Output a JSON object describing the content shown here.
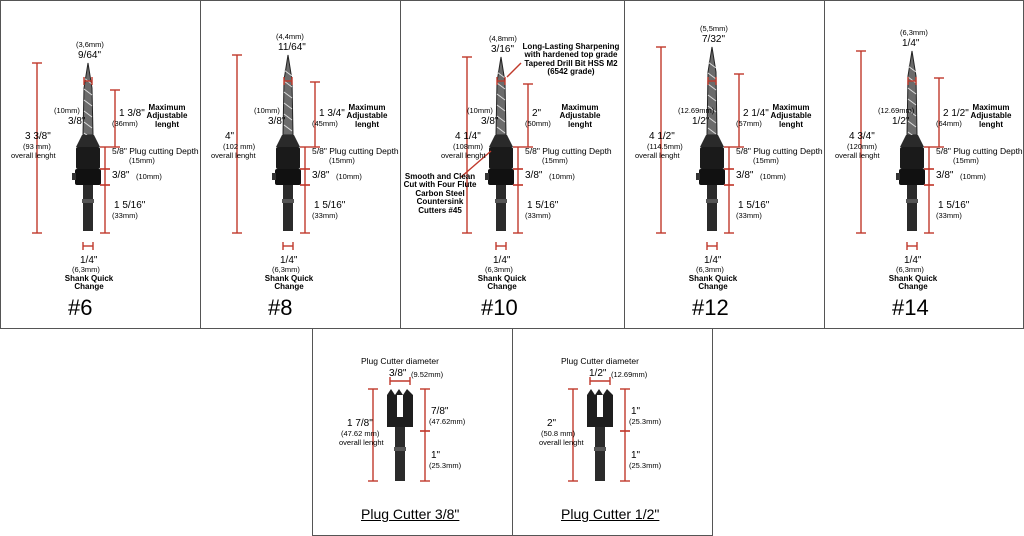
{
  "sizes": [
    {
      "label": "#6",
      "tip_frac": "9/64\"",
      "tip_mm": "(3,6mm)",
      "body_frac": "3/8\"",
      "body_mm": "(10mm)",
      "overall_frac": "3 3/8\"",
      "overall_mm": "(93 mm)",
      "overall_text": "overall lenght",
      "adj_frac": "1 3/8\"",
      "adj_mm": "(36mm)",
      "adj_title": "Maximum Adjustable lenght",
      "plug_depth": "5/8\" Plug cutting Depth",
      "plug_depth_mm": "(15mm)",
      "collar": "3/8\"",
      "collar_mm": "(10mm)",
      "shank_len": "1 5/16\"",
      "shank_len_mm": "(33mm)",
      "shank_frac": "1/4\"",
      "shank_mm": "(6,3mm)",
      "shank_text": "Shank Quick Change"
    },
    {
      "label": "#8",
      "tip_frac": "11/64\"",
      "tip_mm": "(4,4mm)",
      "body_frac": "3/8\"",
      "body_mm": "(10mm)",
      "overall_frac": "4\"",
      "overall_mm": "(102 mm)",
      "overall_text": "overall lenght",
      "adj_frac": "1 3/4\"",
      "adj_mm": "(45mm)",
      "adj_title": "Maximum Adjustable lenght",
      "plug_depth": "5/8\" Plug cutting Depth",
      "plug_depth_mm": "(15mm)",
      "collar": "3/8\"",
      "collar_mm": "(10mm)",
      "shank_len": "1 5/16\"",
      "shank_len_mm": "(33mm)",
      "shank_frac": "1/4\"",
      "shank_mm": "(6,3mm)",
      "shank_text": "Shank Quick Change"
    },
    {
      "label": "#10",
      "tip_frac": "3/16\"",
      "tip_mm": "(4,8mm)",
      "body_frac": "3/8\"",
      "body_mm": "(10mm)",
      "overall_frac": "4 1/4\"",
      "overall_mm": "(108mm)",
      "overall_text": "overall lenght",
      "adj_frac": "2\"",
      "adj_mm": "(50mm)",
      "adj_title": "Maximum Adjustable lenght",
      "plug_depth": "5/8\" Plug cutting Depth",
      "plug_depth_mm": "(15mm)",
      "collar": "3/8\"",
      "collar_mm": "(10mm)",
      "shank_len": "1 5/16\"",
      "shank_len_mm": "(33mm)",
      "shank_frac": "1/4\"",
      "shank_mm": "(6,3mm)",
      "shank_text": "Shank Quick Change",
      "note_sharp": "Long-Lasting Sharpening with hardened top grade Tapered Drill Bit HSS M2 (6542 grade)",
      "note_cut": "Smooth and Clean Cut with Four Flute Carbon Steel Countersink Cutters #45"
    },
    {
      "label": "#12",
      "tip_frac": "7/32\"",
      "tip_mm": "(5,5mm)",
      "body_frac": "1/2\"",
      "body_mm": "(12.69mm)",
      "overall_frac": "4 1/2\"",
      "overall_mm": "(114.5mm)",
      "overall_text": "overall lenght",
      "adj_frac": "2 1/4\"",
      "adj_mm": "(57mm)",
      "adj_title": "Maximum Adjustable lenght",
      "plug_depth": "5/8\" Plug cutting Depth",
      "plug_depth_mm": "(15mm)",
      "collar": "3/8\"",
      "collar_mm": "(10mm)",
      "shank_len": "1 5/16\"",
      "shank_len_mm": "(33mm)",
      "shank_frac": "1/4\"",
      "shank_mm": "(6,3mm)",
      "shank_text": "Shank Quick Change"
    },
    {
      "label": "#14",
      "tip_frac": "1/4\"",
      "tip_mm": "(6,3mm)",
      "body_frac": "1/2\"",
      "body_mm": "(12.69mm)",
      "overall_frac": "4 3/4\"",
      "overall_mm": "(120mm)",
      "overall_text": "overall lenght",
      "adj_frac": "2 1/2\"",
      "adj_mm": "(64mm)",
      "adj_title": "Maximum Adjustable lenght",
      "plug_depth": "5/8\" Plug cutting Depth",
      "plug_depth_mm": "(15mm)",
      "collar": "3/8\"",
      "collar_mm": "(10mm)",
      "shank_len": "1 5/16\"",
      "shank_len_mm": "(33mm)",
      "shank_frac": "1/4\"",
      "shank_mm": "(6,3mm)",
      "shank_text": "Shank Quick Change"
    }
  ],
  "plugs": [
    {
      "title": "Plug Cutter 3/8\"",
      "diam_title": "Plug Cutter diameter",
      "diam_frac": "3/8\"",
      "diam_mm": "(9.52mm)",
      "overall_frac": "1 7/8\"",
      "overall_mm": "(47.62 mm)",
      "overall_text": "overall lenght",
      "top_frac": "7/8\"",
      "top_mm": "(47.62mm)",
      "bottom_frac": "1\"",
      "bottom_mm": "(25.3mm)"
    },
    {
      "title": "Plug Cutter 1/2\"",
      "diam_title": "Plug Cutter diameter",
      "diam_frac": "1/2\"",
      "diam_mm": "(12.69mm)",
      "overall_frac": "2\"",
      "overall_mm": "(50.8 mm)",
      "overall_text": "overall lenght",
      "top_frac": "1\"",
      "top_mm": "(25.3mm)",
      "bottom_frac": "1\"",
      "bottom_mm": "(25.3mm)"
    }
  ],
  "colors": {
    "dimension_line": "#c0392b",
    "tool": "#1a1a1a",
    "border": "#555555"
  }
}
